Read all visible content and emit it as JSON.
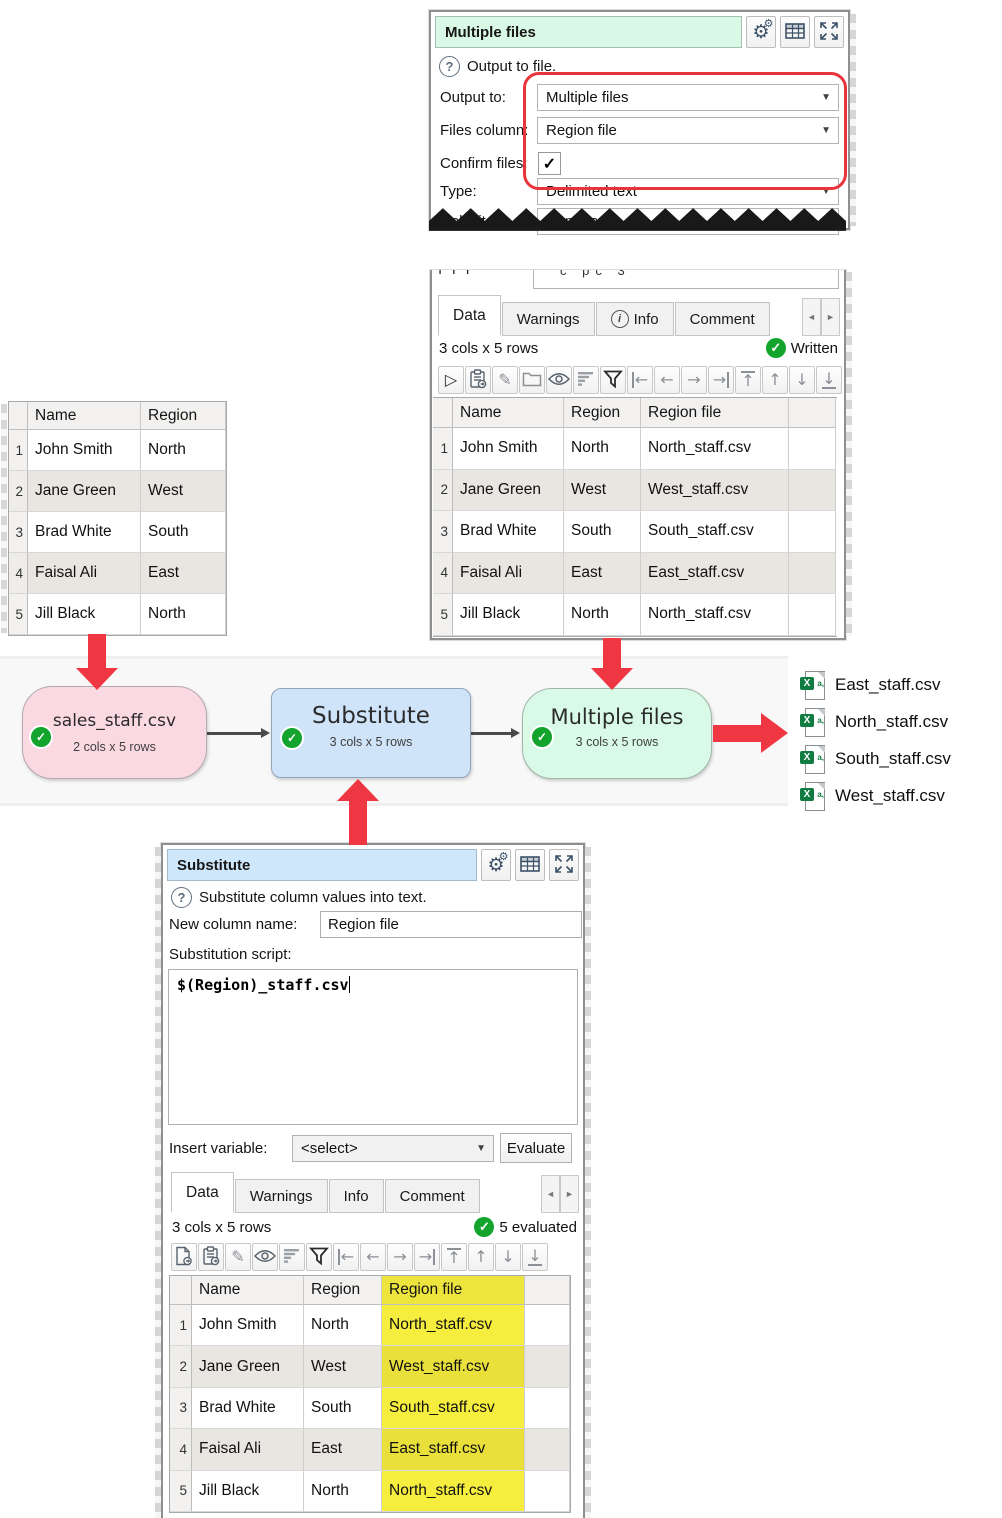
{
  "icons": {
    "gear": "⚙",
    "dropdown": "▼",
    "check": "✓",
    "question": "?",
    "info": "i",
    "play": "▷",
    "pencil": "✎",
    "arrow_left": "←",
    "arrow_right": "→",
    "arrow_up": "↑",
    "arrow_down": "↓",
    "tab_prev": "◄",
    "tab_next": "►",
    "excel_x": "X",
    "excel_a": "a,"
  },
  "colors": {
    "accent_red": "#ee3742",
    "check_green": "#12a42c",
    "node_pink": "#fbd9e2",
    "node_blue": "#cfe4f8",
    "node_green": "#d9fae7",
    "panel_title_green": "#d9f8e5",
    "panel_title_blue": "#cfe7fb",
    "highlight_yellow": "#f5ed42"
  },
  "output_settings_panel": {
    "title": "Multiple files",
    "help_text": "Output to file.",
    "output_to_label": "Output to:",
    "output_to_value": "Multiple files",
    "files_column_label": "Files column:",
    "files_column_value": "Region file",
    "confirm_files_label": "Confirm files:",
    "type_label": "Type:",
    "type_value": "Delimited text",
    "delimiter_label": "Delimiter:",
    "delimiter_value": "Comma (,)"
  },
  "tabs": {
    "data": "Data",
    "warnings": "Warnings",
    "info": "Info",
    "comment": "Comment"
  },
  "written_panel": {
    "status": "3 cols x 5 rows",
    "badge": "Written",
    "torn_fragment_left": "ılı",
    "torn_fragment_box": "c   pc   3"
  },
  "substitute_panel": {
    "title": "Substitute",
    "help_text": "Substitute column values into text.",
    "new_column_label": "New column name:",
    "new_column_value": "Region file",
    "script_label": "Substitution script:",
    "script_value": "$(Region)_staff.csv",
    "insert_variable_label": "Insert variable:",
    "insert_variable_value": "<select>",
    "evaluate_label": "Evaluate",
    "status": "3 cols x 5 rows",
    "badge": "5 evaluated"
  },
  "source_table": {
    "headers": [
      "Name",
      "Region"
    ],
    "rows": [
      {
        "num": "1",
        "name": "John Smith",
        "region": "North"
      },
      {
        "num": "2",
        "name": "Jane Green",
        "region": "West"
      },
      {
        "num": "3",
        "name": "Brad White",
        "region": "South"
      },
      {
        "num": "4",
        "name": "Faisal Ali",
        "region": "East"
      },
      {
        "num": "5",
        "name": "Jill Black",
        "region": "North"
      }
    ]
  },
  "result_table": {
    "headers": [
      "Name",
      "Region",
      "Region file"
    ],
    "rows": [
      {
        "num": "1",
        "name": "John Smith",
        "region": "North",
        "file": "North_staff.csv"
      },
      {
        "num": "2",
        "name": "Jane Green",
        "region": "West",
        "file": "West_staff.csv"
      },
      {
        "num": "3",
        "name": "Brad White",
        "region": "South",
        "file": "South_staff.csv"
      },
      {
        "num": "4",
        "name": "Faisal Ali",
        "region": "East",
        "file": "East_staff.csv"
      },
      {
        "num": "5",
        "name": "Jill Black",
        "region": "North",
        "file": "North_staff.csv"
      }
    ]
  },
  "flow": {
    "source_node": {
      "title": "sales_staff.csv",
      "subtitle": "2 cols x 5 rows"
    },
    "substitute_node": {
      "title": "Substitute",
      "subtitle": "3 cols x 5 rows"
    },
    "output_node": {
      "title": "Multiple files",
      "subtitle": "3 cols x 5 rows"
    },
    "output_files": [
      "East_staff.csv",
      "North_staff.csv",
      "South_staff.csv",
      "West_staff.csv"
    ]
  }
}
